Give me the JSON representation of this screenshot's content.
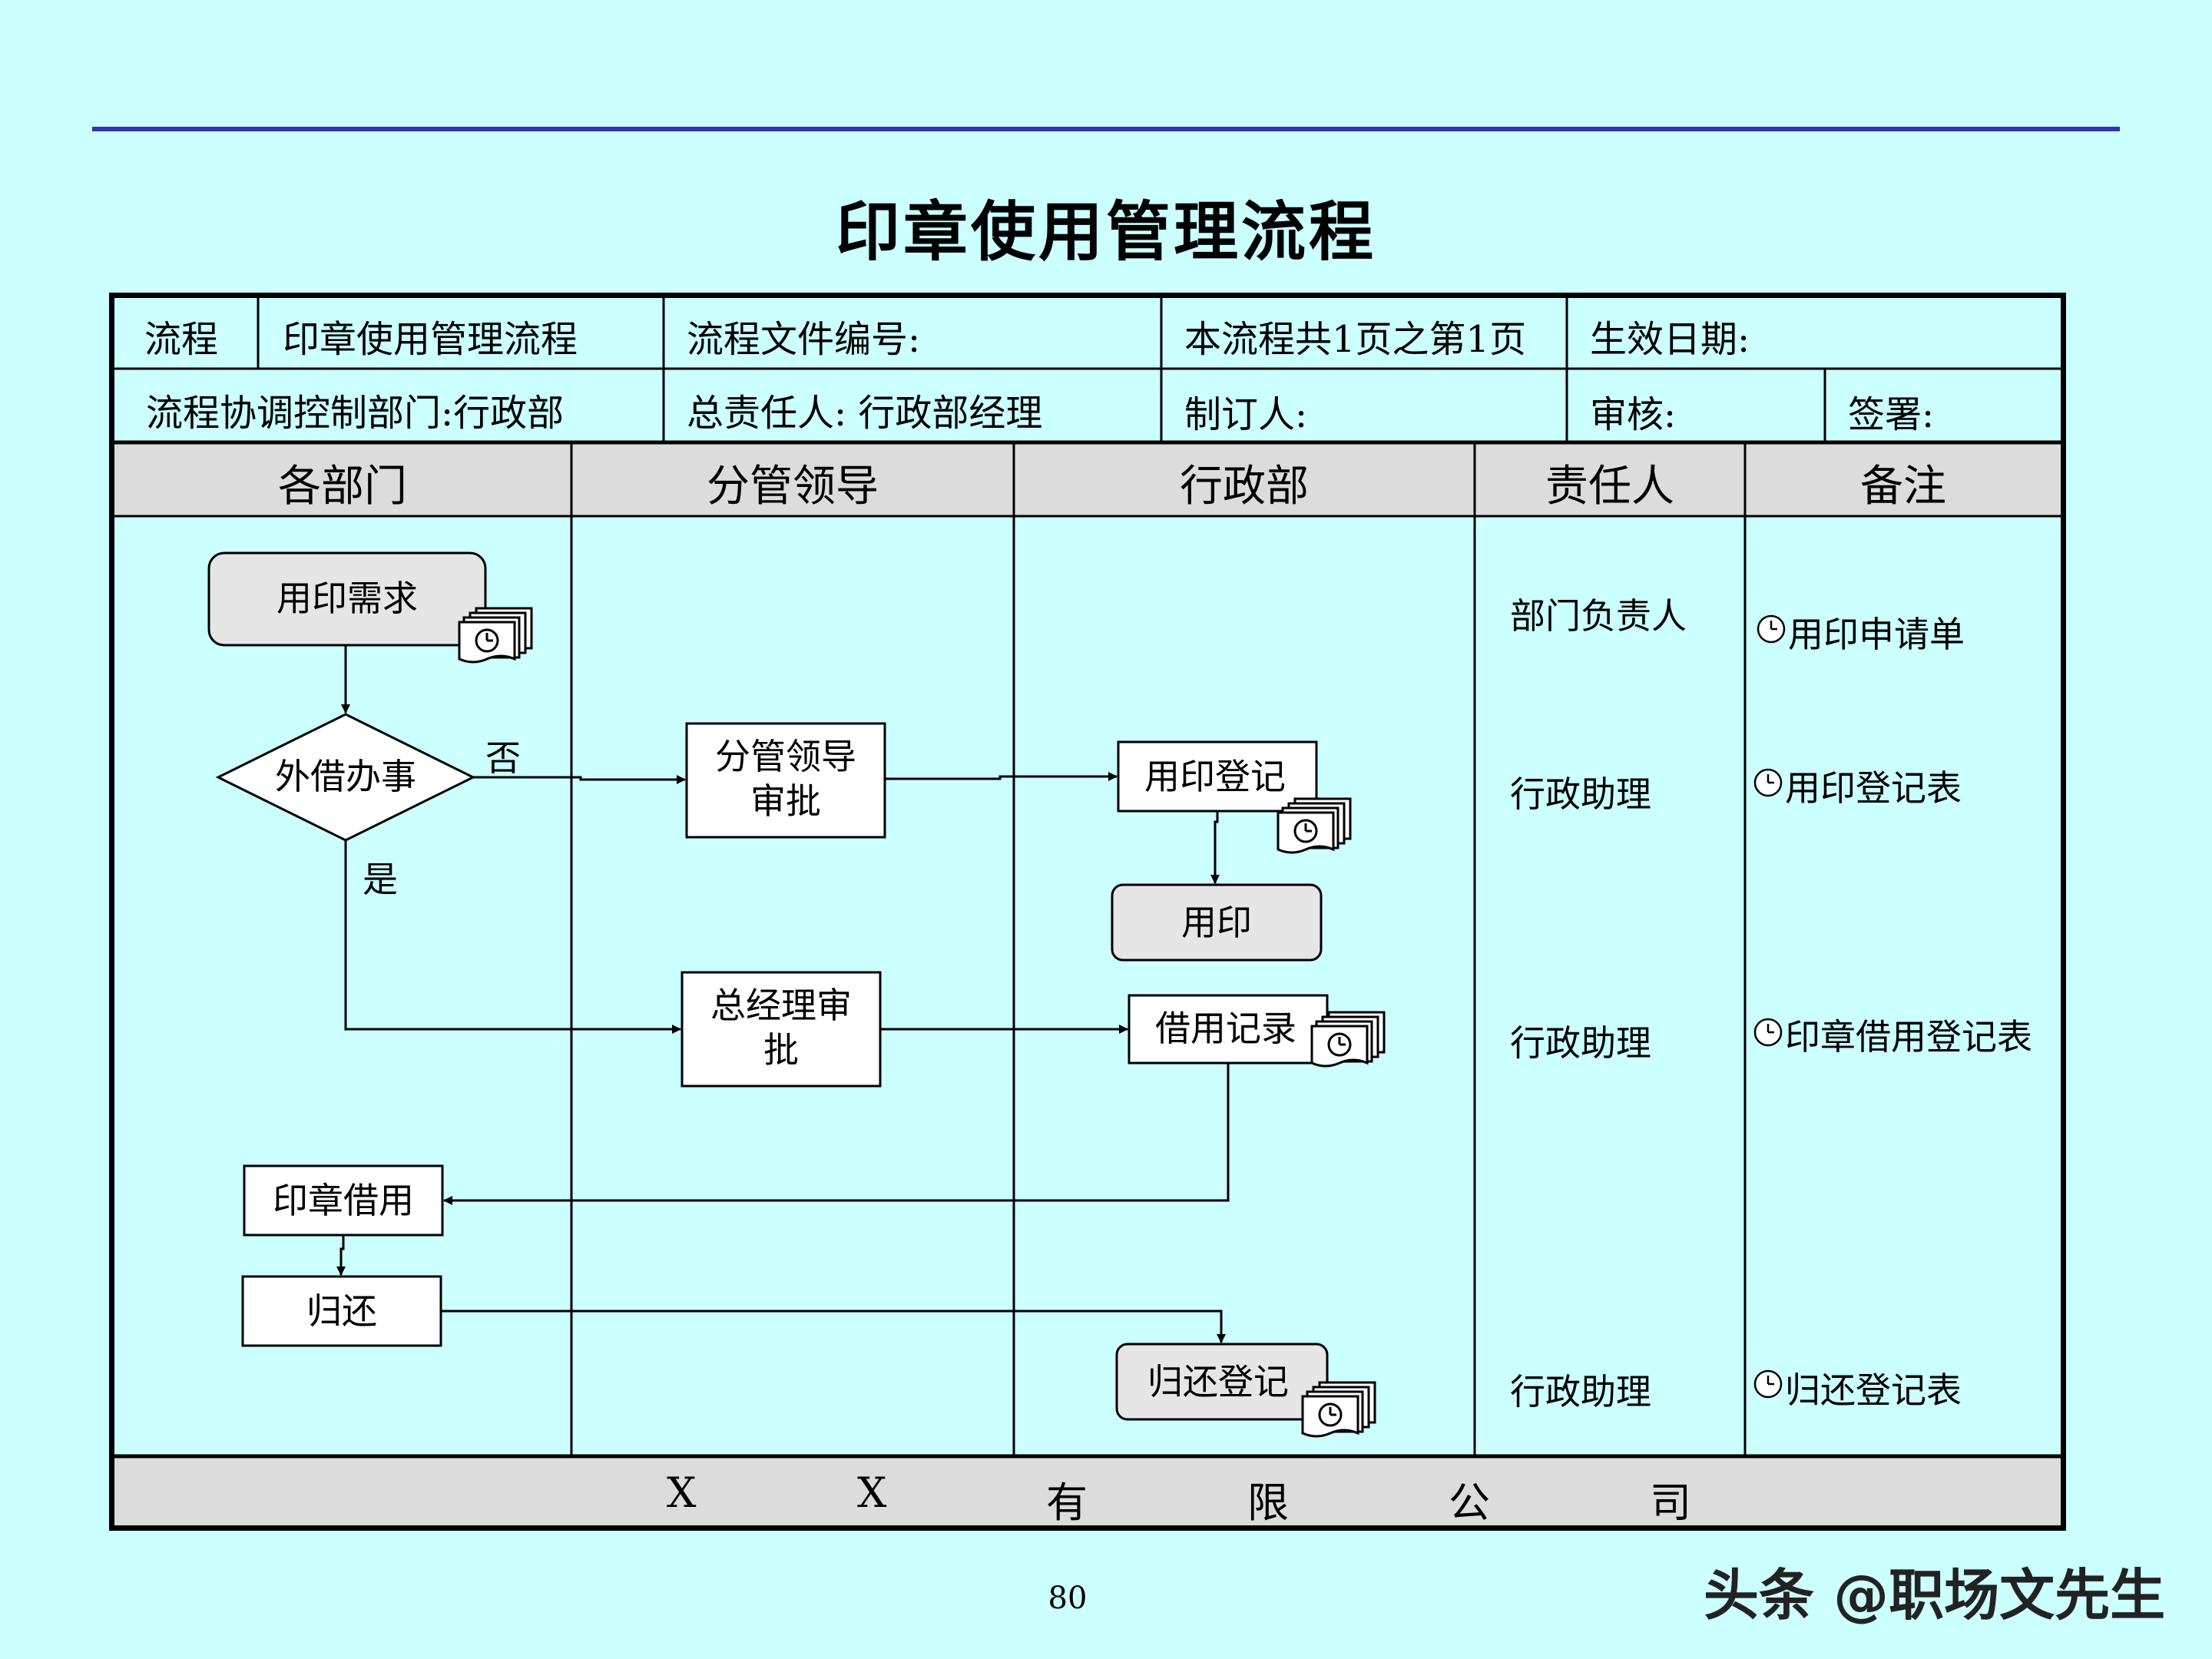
{
  "title": "印章使用管理流程",
  "info": {
    "row1": [
      "流程",
      "印章使用管理流程",
      "流程文件编号:",
      "本流程共1页之第1页",
      "生效日期:"
    ],
    "row2": [
      "流程协调控制部门:行政部",
      "总责任人:  行政部经理",
      "制订人:",
      "审核:",
      "签署:"
    ]
  },
  "lanes": [
    "各部门",
    "分管领导",
    "行政部",
    "责任人",
    "备注"
  ],
  "nodes": {
    "need": "用印需求",
    "decision": "外借办事",
    "no": "否",
    "yes": "是",
    "leader_approve_1": "分管领导",
    "leader_approve_2": "审批",
    "register": "用印登记",
    "use": "用印",
    "gm_approve_1": "总经理审",
    "gm_approve_2": "批",
    "borrow_record": "借用记录",
    "borrow": "印章借用",
    "return": "归还",
    "return_register": "归还登记"
  },
  "responsible": [
    "部门负责人",
    "行政助理",
    "行政助理",
    "行政助理"
  ],
  "notes": [
    "用印申请单",
    "用印登记表",
    "印章借用登记表",
    "归还登记表"
  ],
  "footer": [
    "X",
    "X",
    "有",
    "限",
    "公",
    "司"
  ],
  "page_number": "80",
  "watermark": "头条 @职场文先生",
  "colors": {
    "background": "#ccffff",
    "header_band": "#dcdcdc",
    "rule": "#3333aa"
  }
}
